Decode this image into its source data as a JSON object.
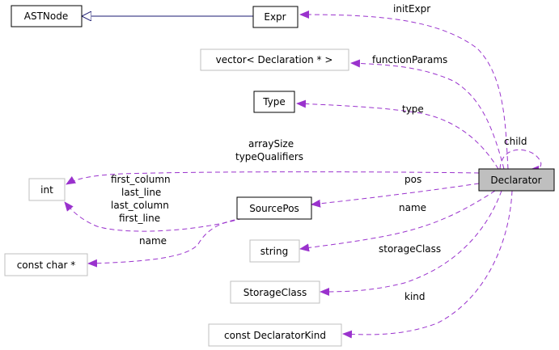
{
  "colors": {
    "node_border": "#000000",
    "node_border_light": "#bfbfbf",
    "focus_fill": "#bfbfbf",
    "inherit_edge": "#191970",
    "member_edge": "#9a32cd",
    "label_text": "#000000"
  },
  "nodes": {
    "declarator": "Declarator",
    "astnode": "ASTNode",
    "expr": "Expr",
    "vector": "vector< Declaration * >",
    "type": "Type",
    "int": "int",
    "sourcepos": "SourcePos",
    "constchar": "const char *",
    "string": "string",
    "storageclass": "StorageClass",
    "declaratorkind": "const DeclaratorKind"
  },
  "edge_labels": {
    "initExpr": "initExpr",
    "functionParams": "functionParams",
    "type": "type",
    "child": "child",
    "arraySize": "arraySize",
    "typeQualifiers": "typeQualifiers",
    "pos": "pos",
    "first_column": "first_column",
    "last_line": "last_line",
    "last_column": "last_column",
    "first_line": "first_line",
    "name_sourcepos": "name",
    "name_declarator": "name",
    "storageClass": "storageClass",
    "kind": "kind"
  }
}
